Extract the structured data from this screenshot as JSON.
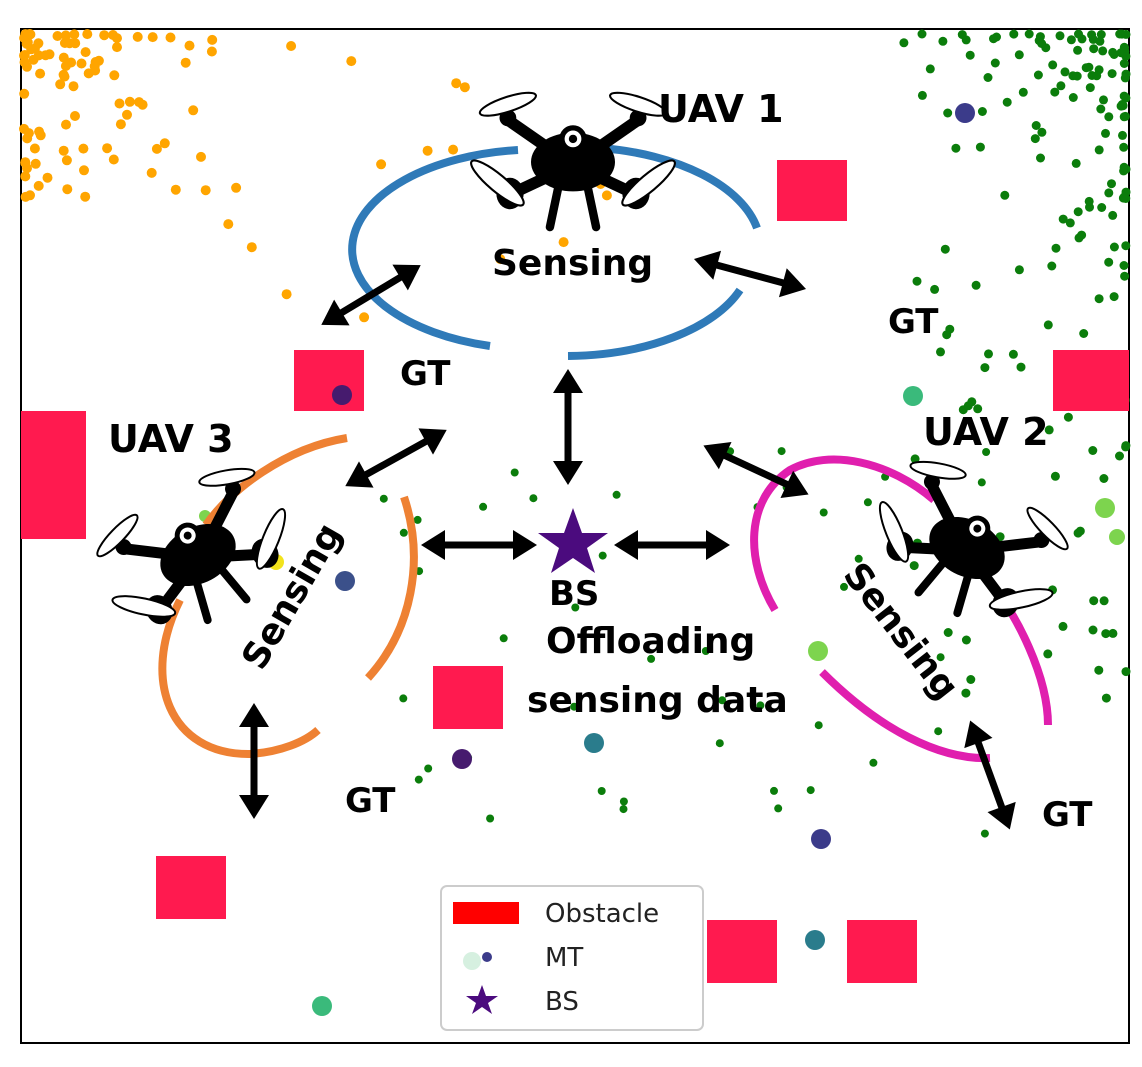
{
  "colors": {
    "obstacle": "#ff1a4f",
    "legend_obstacle": "#ff0000",
    "uav1_orbit": "#2f7ab8",
    "uav2_orbit": "#e01fae",
    "uav3_orbit": "#ee8133",
    "bs": "#4b0b7e",
    "cluster_orange": "#ffa500",
    "cluster_green": "#0b7d0b",
    "arrow": "#000000"
  },
  "labels": {
    "uav1": "UAV 1",
    "uav2": "UAV 2",
    "uav3": "UAV 3",
    "sensing": "Sensing",
    "gt": "GT",
    "bs": "BS",
    "offloading_line1": "Offloading",
    "offloading_line2": "sensing data"
  },
  "legend": {
    "obstacle": "Obstacle",
    "mt": "MT",
    "bs": "BS"
  },
  "icons": [
    "drone-icon",
    "bs-star-icon",
    "double-arrow-icon"
  ]
}
